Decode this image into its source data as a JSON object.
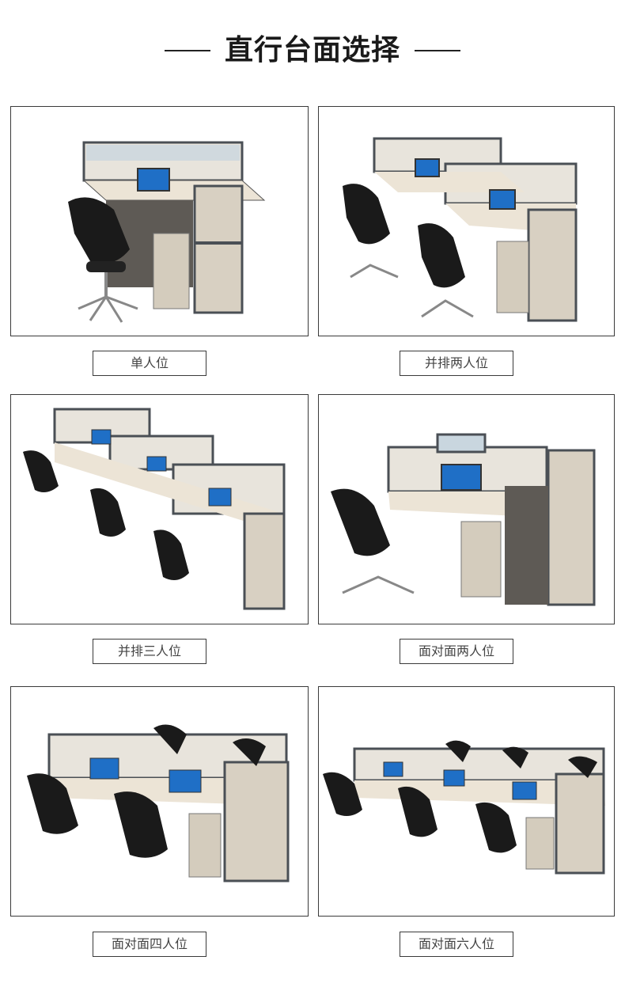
{
  "title": "直行台面选择",
  "options": [
    {
      "label": "单人位"
    },
    {
      "label": "并排两人位"
    },
    {
      "label": "并排三人位"
    },
    {
      "label": "面对面两人位"
    },
    {
      "label": "面对面四人位"
    },
    {
      "label": "面对面六人位"
    }
  ]
}
